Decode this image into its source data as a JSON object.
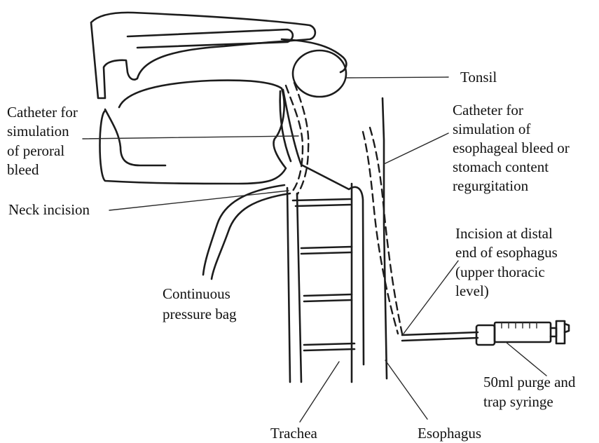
{
  "labels": {
    "tonsil": "Tonsil",
    "peroral_catheter": [
      "Catheter for",
      "simulation",
      "of peroral",
      "bleed"
    ],
    "esophageal_catheter": [
      "Catheter for",
      "simulation of",
      "esophageal bleed or",
      "stomach content",
      "regurgitation"
    ],
    "neck_incision": "Neck incision",
    "distal_incision": [
      "Incision at distal",
      "end of esophagus",
      "(upper thoracic",
      "level)"
    ],
    "pressure_bag": [
      "Continuous",
      "pressure bag"
    ],
    "syringe": [
      "50ml purge and",
      "trap syringe"
    ],
    "trachea": "Trachea",
    "esophagus": "Esophagus"
  },
  "colors": {
    "ink": "#1c1c1c",
    "background": "#ffffff"
  }
}
